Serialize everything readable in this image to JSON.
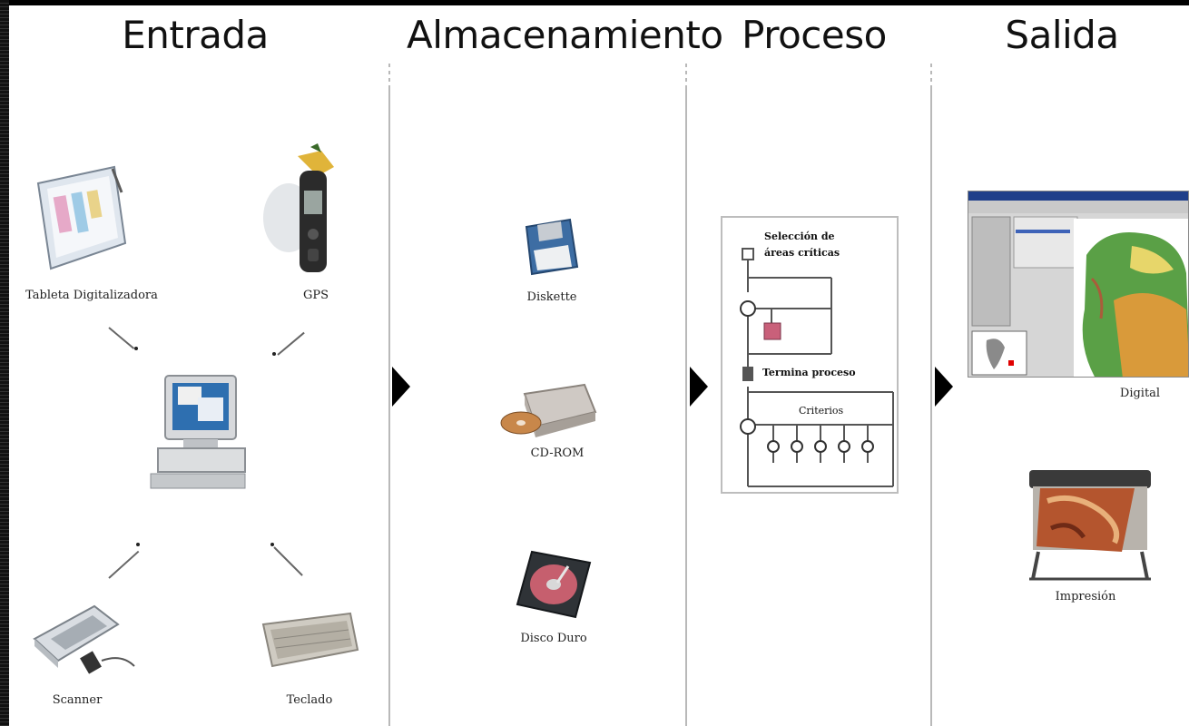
{
  "columns": [
    {
      "title": "Entrada"
    },
    {
      "title": "Almacenamiento"
    },
    {
      "title": "Proceso"
    },
    {
      "title": "Salida"
    }
  ],
  "entrada": {
    "tablet_label": "Tableta Digitalizadora",
    "gps_label": "GPS",
    "scanner_label": "Scanner",
    "keyboard_label": "Teclado"
  },
  "almacenamiento": {
    "diskette_label": "Diskette",
    "cdrom_label": "CD-ROM",
    "harddisk_label": "Disco Duro"
  },
  "proceso": {
    "step1": "Selección de",
    "step1b": "áreas críticas",
    "step2": "Termina proceso",
    "step3": "Criterios"
  },
  "salida": {
    "digital_label": "Digital",
    "print_label": "Impresión"
  },
  "colors": {
    "divider": "#b9b9b9",
    "border": "#000000"
  }
}
